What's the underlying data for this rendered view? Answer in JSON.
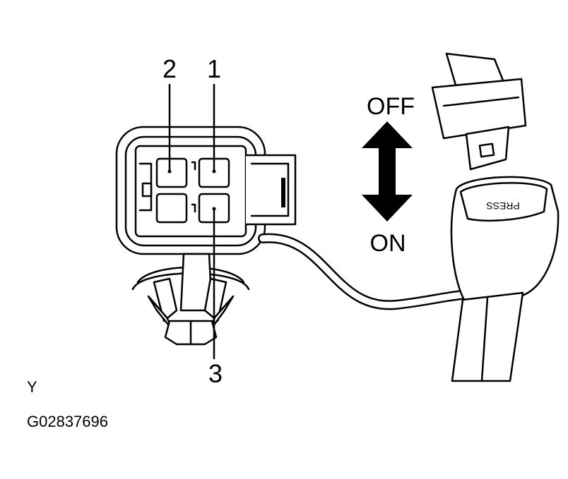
{
  "labels": {
    "pin_2": "2",
    "pin_1": "1",
    "pin_3": "3",
    "switch_off": "OFF",
    "switch_on": "ON",
    "buckle_text": "PRESS",
    "view_letter": "Y",
    "figure_code": "G02837696"
  },
  "colors": {
    "line": "#000000",
    "background": "#ffffff"
  }
}
